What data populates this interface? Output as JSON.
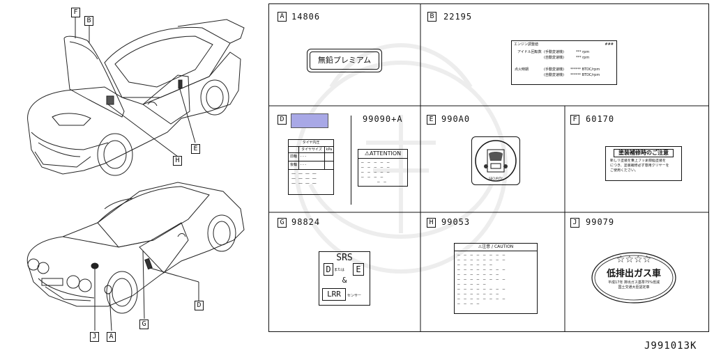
{
  "car_labels": {
    "F": "F",
    "B": "B",
    "E": "E",
    "H": "H",
    "J": "J",
    "A": "A",
    "G": "G",
    "D": "D"
  },
  "cells": [
    {
      "key": "A",
      "code": "14806"
    },
    {
      "key": "B",
      "code": "22195"
    },
    {
      "key": "D",
      "code": "99090+A"
    },
    {
      "key": "E",
      "code": "990A0"
    },
    {
      "key": "F",
      "code": "60170"
    },
    {
      "key": "G",
      "code": "98824"
    },
    {
      "key": "H",
      "code": "99053"
    },
    {
      "key": "J",
      "code": "99079"
    }
  ],
  "label_a": {
    "text": "無鉛プレミアム"
  },
  "label_b": {
    "title": "エンジン調整値",
    "mark": "###",
    "row1_left": "アイドル回転数",
    "row1_mid1": "(手動変速機)",
    "row1_mid2": "(自動変速機)",
    "row1_val1": "*** rpm",
    "row1_val2": "*** rpm",
    "row2_left": "点火時期",
    "row2_mid1": "(手動変速機)",
    "row2_mid2": "(自動変速機)",
    "row2_val1": "****** BTDC/rpm",
    "row2_val2": "****** BTDC/rpm"
  },
  "label_d": {
    "tire_title": "タイヤ内圧",
    "tire_col1": "タイヤサイズ",
    "tire_col2": "kPa",
    "tire_row1": "前輪",
    "tire_row2": "後輪",
    "attention": "ATTENTION"
  },
  "label_e": {
    "text": "SECURITY"
  },
  "label_f": {
    "title": "塗装補修時のご注意",
    "line1": "新しリ塗装を乗上フッ素樹脂塗装を",
    "line2": "につき、塗装補修必ず専用クリヤーを",
    "line3": "ご使用ください。"
  },
  "label_g": {
    "top": "SRS",
    "d": "D",
    "mataha": "または",
    "e": "E",
    "amp": "&",
    "lrr": "LRR",
    "sensor": "センサー"
  },
  "label_h": {
    "title": "注意 / CAUTION"
  },
  "label_j": {
    "stars": "☆☆☆☆",
    "title": "低排出ガス車",
    "line1": "平成17年 排出ガス基準75%低減",
    "line2": "国土交通大臣認定車"
  },
  "figure_id": "J991013K"
}
